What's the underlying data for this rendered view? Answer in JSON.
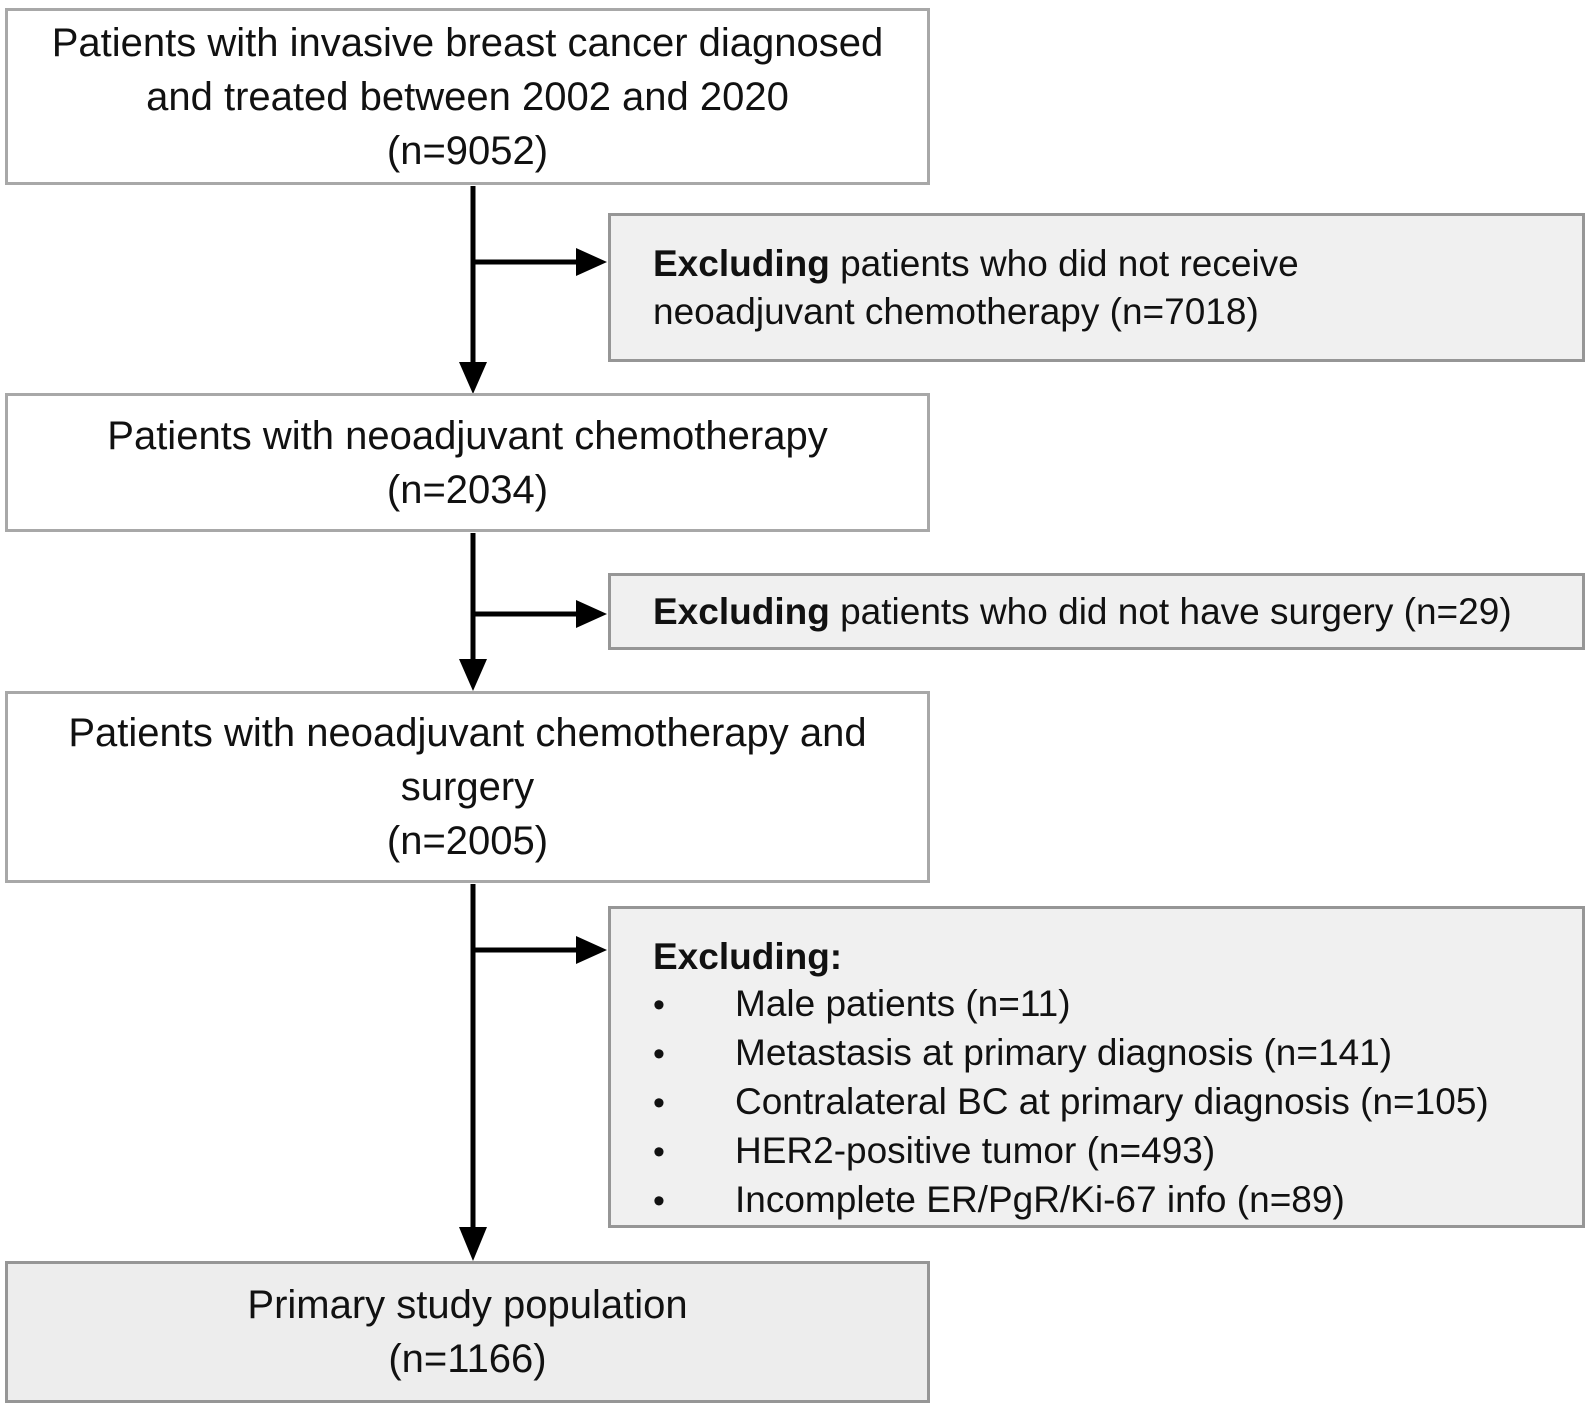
{
  "diagram": {
    "kind": "patient-selection-flowchart",
    "colors": {
      "background": "#ffffff",
      "main_box_fill": "#ffffff",
      "main_box_border": "#a8a8a8",
      "exclusion_box_fill": "#f0f0f0",
      "exclusion_box_border": "#969696",
      "final_box_fill": "#ededed",
      "arrow": "#000000",
      "text": "#111111"
    },
    "boxes": {
      "initial": {
        "line1": "Patients with invasive breast cancer diagnosed",
        "line2": "and treated between 2002 and 2020",
        "line3": "(n=9052)",
        "n": 9052
      },
      "nact": {
        "line1": "Patients with neoadjuvant chemotherapy",
        "line2": "(n=2034)",
        "n": 2034
      },
      "nact_surgery": {
        "line1": "Patients with neoadjuvant chemotherapy and",
        "line2": "surgery",
        "line3": "(n=2005)",
        "n": 2005
      },
      "final": {
        "line1": "Primary study population",
        "line2": "(n=1166)",
        "n": 1166
      }
    },
    "exclusions": {
      "exclusion1": {
        "bold": "Excluding",
        "line1_rest": " patients who did not receive",
        "line2": "neoadjuvant chemotherapy (n=7018)",
        "n": 7018
      },
      "exclusion2": {
        "bold": "Excluding",
        "rest": " patients who did not have surgery (n=29)",
        "n": 29
      },
      "exclusion3": {
        "title": "Excluding:",
        "bullet": "•",
        "items": [
          "Male patients (n=11)",
          "Metastasis at primary diagnosis (n=141)",
          "Contralateral BC at primary diagnosis (n=105)",
          "HER2-positive tumor (n=493)",
          "Incomplete ER/PgR/Ki-67 info (n=89)"
        ],
        "item_ns": [
          11,
          141,
          105,
          493,
          89
        ]
      }
    }
  }
}
